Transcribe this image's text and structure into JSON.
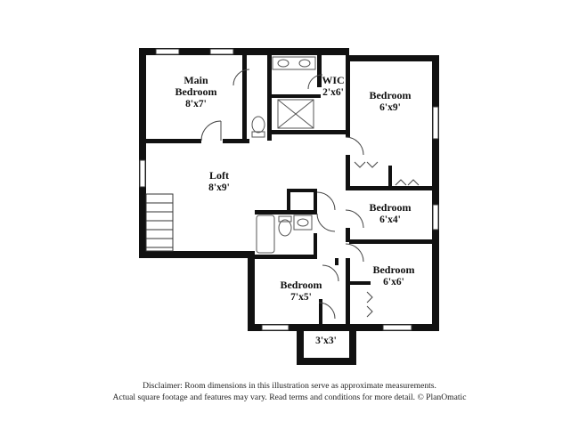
{
  "rooms": {
    "main_bedroom": {
      "name_line1": "Main",
      "name_line2": "Bedroom",
      "size": "8'x7'"
    },
    "wic": {
      "name": "WIC",
      "size": "2'x6'"
    },
    "bedroom_ne": {
      "name": "Bedroom",
      "size": "6'x9'"
    },
    "loft": {
      "name": "Loft",
      "size": "8'x9'"
    },
    "bedroom_e": {
      "name": "Bedroom",
      "size": "6'x4'"
    },
    "bedroom_se": {
      "name": "Bedroom",
      "size": "6'x6'"
    },
    "bedroom_s": {
      "name": "Bedroom",
      "size": "7'x5'"
    },
    "closet": {
      "name": "",
      "size": "3'x3'"
    }
  },
  "disclaimer": {
    "line1": "Disclaimer: Room dimensions in this illustration serve as approximate measurements.",
    "line2": "Actual square footage and features may vary. Read terms and conditions for more detail. © PlanOmatic"
  },
  "colors": {
    "wall": "#111111",
    "fixture": "#555555",
    "background": "#ffffff"
  }
}
